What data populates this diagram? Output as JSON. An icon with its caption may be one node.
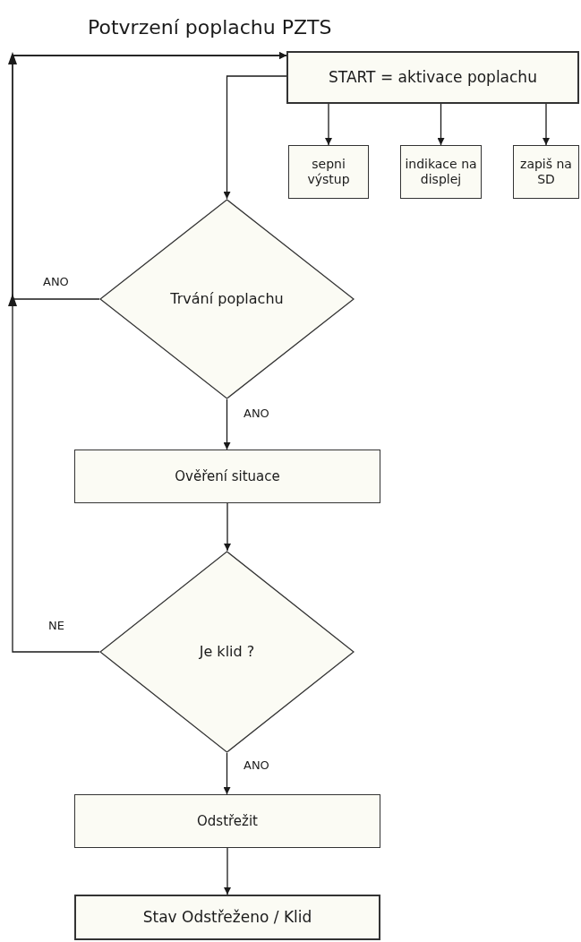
{
  "diagram": {
    "title": "Potvrzení poplachu PZTS",
    "nodes": [
      {
        "text": [
          "START = aktivace poplachu"
        ]
      },
      {
        "text": [
          "sepni výstup"
        ]
      },
      {
        "text": [
          "indikace na displej"
        ]
      },
      {
        "text": [
          "zapiš na SD"
        ]
      },
      {
        "text": [
          "Trvání poplachu"
        ]
      },
      {
        "text": [
          "Ověření situace"
        ]
      },
      {
        "text": [
          "Je klid ?"
        ]
      },
      {
        "text": [
          "Odstřežit"
        ]
      },
      {
        "text": [
          "Stav Odstřeženo / Klid"
        ]
      }
    ],
    "edges": [
      {
        "from": 0,
        "to": 1,
        "arrow": "to"
      },
      {
        "from": 0,
        "to": 2,
        "arrow": "to"
      },
      {
        "from": 0,
        "to": 3,
        "arrow": "to"
      },
      {
        "from": 0,
        "to": 4,
        "arrow": "to"
      },
      {
        "from": 4,
        "to": 0,
        "arrow": "to",
        "label": "ANO"
      },
      {
        "from": 4,
        "to": 5,
        "arrow": "to",
        "label": "ANO"
      },
      {
        "from": 5,
        "to": 6,
        "arrow": "to"
      },
      {
        "from": 6,
        "to": 0,
        "arrow": "to",
        "label": "NE"
      },
      {
        "from": 6,
        "to": 7,
        "arrow": "to",
        "label": "ANO"
      },
      {
        "from": 7,
        "to": 8,
        "arrow": "to"
      }
    ]
  }
}
